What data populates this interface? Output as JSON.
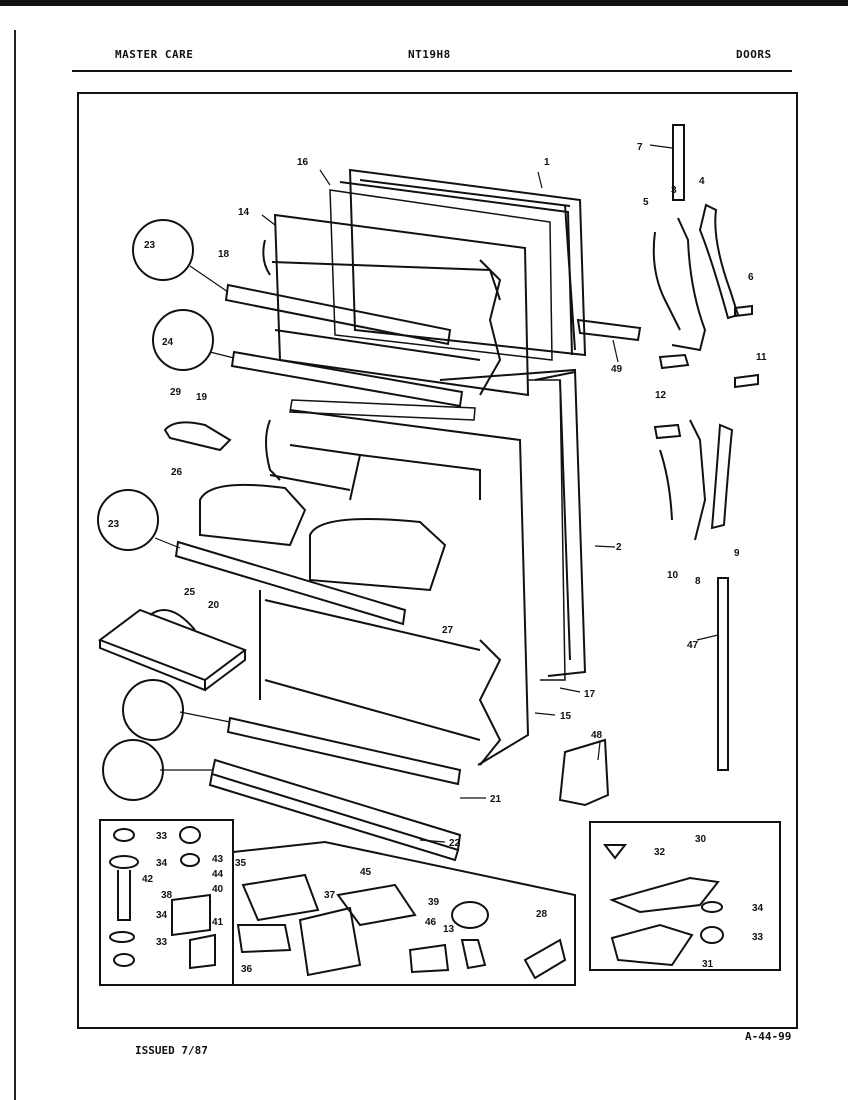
{
  "header": {
    "left": "MASTER CARE",
    "center": "NT19H8",
    "right": "DOORS"
  },
  "footer": {
    "issued": "ISSUED 7/87",
    "code": "A-44-99"
  },
  "callouts": {
    "c1": "1",
    "c2": "2",
    "c3": "3",
    "c4": "4",
    "c5": "5",
    "c6": "6",
    "c7": "7",
    "c8": "8",
    "c9": "9",
    "c10": "10",
    "c11": "11",
    "c12": "12",
    "c13": "13",
    "c14": "14",
    "c15": "15",
    "c16": "16",
    "c17": "17",
    "c18": "18",
    "c19": "19",
    "c20": "20",
    "c21": "21",
    "c22": "22",
    "c23": "23",
    "c24": "24",
    "c25": "25",
    "c26": "26",
    "c27": "27",
    "c28": "28",
    "c29": "29",
    "c30": "30",
    "c31": "31",
    "c32": "32",
    "c33": "33",
    "c34": "34",
    "c35": "35",
    "c36": "36",
    "c37": "37",
    "c38": "38",
    "c39": "39",
    "c40": "40",
    "c41": "41",
    "c42": "42",
    "c43": "43",
    "c44": "44",
    "c45": "45",
    "c46": "46",
    "c47": "47",
    "c48": "48",
    "c49": "49"
  }
}
